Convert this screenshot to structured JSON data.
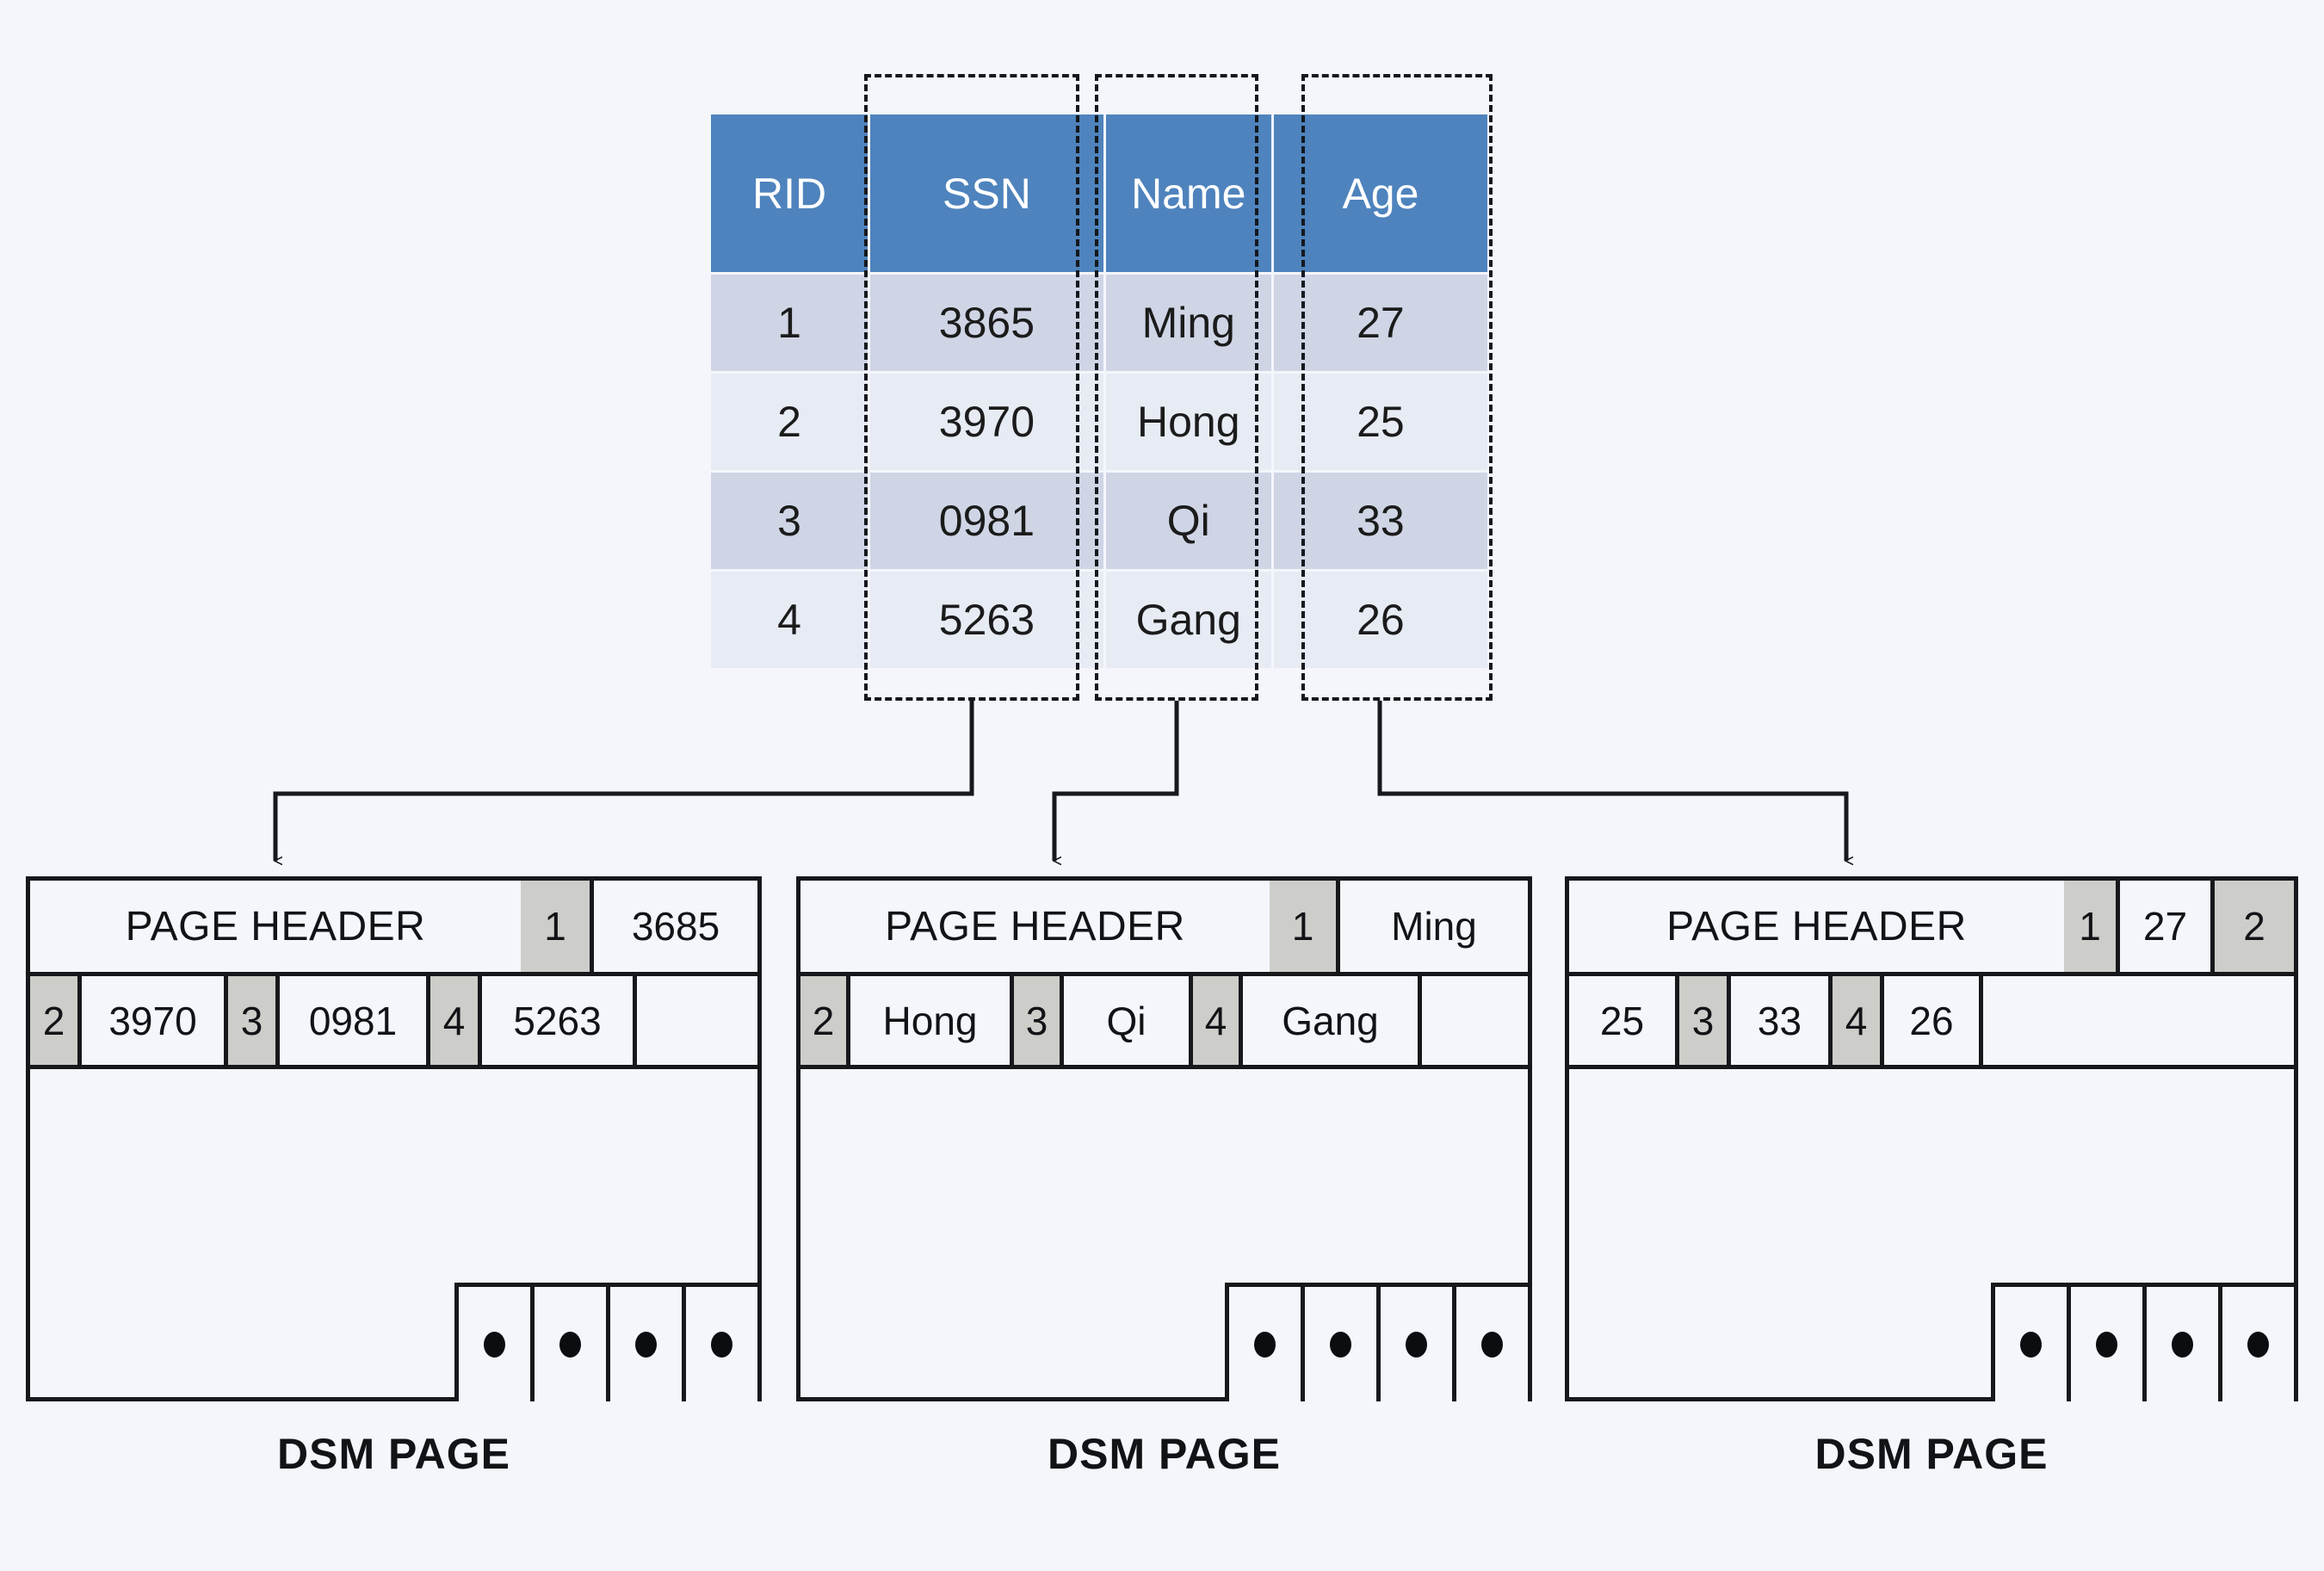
{
  "relation": {
    "columns": [
      "RID",
      "SSN",
      "Name",
      "Age"
    ],
    "rows": [
      {
        "rid": "1",
        "ssn": "3865",
        "name": "Ming",
        "age": "27"
      },
      {
        "rid": "2",
        "ssn": "3970",
        "name": "Hong",
        "age": "25"
      },
      {
        "rid": "3",
        "ssn": "0981",
        "name": "Qi",
        "age": "33"
      },
      {
        "rid": "4",
        "ssn": "5263",
        "name": "Gang",
        "age": "26"
      }
    ]
  },
  "colors": {
    "header_blue": "#4e83bd",
    "row_odd": "#cfd5e5",
    "row_even": "#e7ebf4",
    "slot_gray": "#cdcdc9",
    "line_black": "#16181c",
    "background": "#f4f6fb"
  },
  "pages": [
    {
      "caption": "DSM PAGE",
      "header_label": "PAGE HEADER",
      "header_entries": [
        {
          "slot": "1",
          "value": "3685"
        }
      ],
      "second_row_entries": [
        {
          "slot": "2",
          "value": "3970"
        },
        {
          "slot": "3",
          "value": "0981"
        },
        {
          "slot": "4",
          "value": "5263"
        }
      ],
      "slot_array_dots": 4
    },
    {
      "caption": "DSM PAGE",
      "header_label": "PAGE HEADER",
      "header_entries": [
        {
          "slot": "1",
          "value": "Ming"
        }
      ],
      "second_row_entries": [
        {
          "slot": "2",
          "value": "Hong"
        },
        {
          "slot": "3",
          "value": "Qi"
        },
        {
          "slot": "4",
          "value": "Gang"
        }
      ],
      "slot_array_dots": 4
    },
    {
      "caption": "DSM PAGE",
      "header_label": "PAGE HEADER",
      "header_entries": [
        {
          "slot": "1",
          "value": "27"
        },
        {
          "slot": "2",
          "value": ""
        }
      ],
      "second_row_entries": [
        {
          "slot": "",
          "value": "25"
        },
        {
          "slot": "3",
          "value": "33"
        },
        {
          "slot": "4",
          "value": "26"
        }
      ],
      "slot_array_dots": 4
    }
  ]
}
